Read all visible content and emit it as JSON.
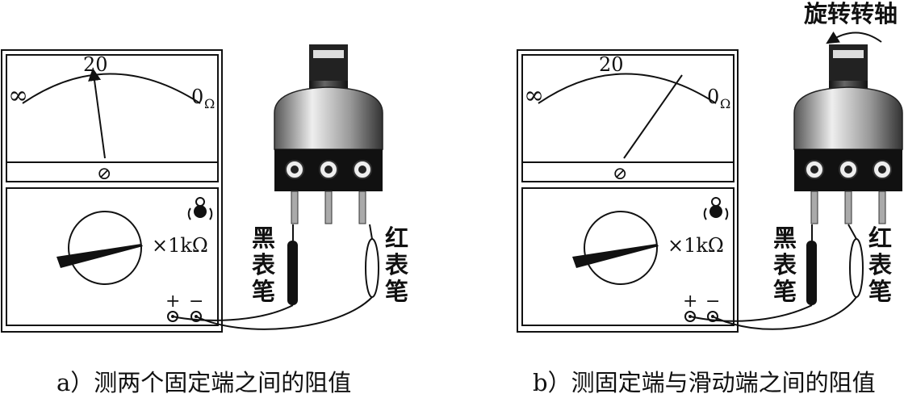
{
  "panels": [
    {
      "scale_label": "20",
      "inf_label": "∞",
      "zero_label": "0",
      "ohm_label": "Ω",
      "zero_adjust_symbol": "⊘",
      "range_label": "×1kΩ",
      "plus_label": "+",
      "minus_label": "−",
      "black_probe_label": [
        "黑",
        "表",
        "笔"
      ],
      "red_probe_label": [
        "红",
        "表",
        "笔"
      ],
      "caption": "a）测两个固定端之间的阻值"
    },
    {
      "scale_label": "20",
      "inf_label": "∞",
      "zero_label": "0",
      "ohm_label": "Ω",
      "zero_adjust_symbol": "⊘",
      "range_label": "×1kΩ",
      "plus_label": "+",
      "minus_label": "−",
      "black_probe_label": [
        "黑",
        "表",
        "笔"
      ],
      "red_probe_label": [
        "红",
        "表",
        "笔"
      ],
      "rotate_label": "旋转转轴",
      "caption": "b）测固定端与滑动端之间的阻值"
    }
  ]
}
